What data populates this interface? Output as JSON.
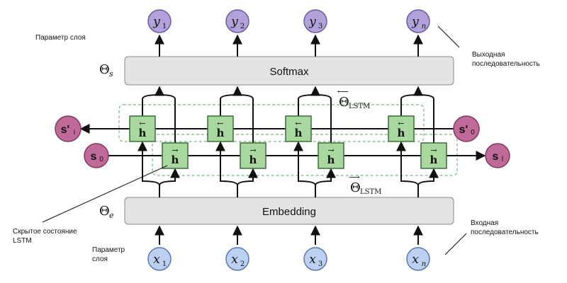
{
  "layers": {
    "softmax": "Softmax",
    "embedding": "Embedding"
  },
  "outputs": [
    {
      "base": "y",
      "sub": "1"
    },
    {
      "base": "y",
      "sub": "2"
    },
    {
      "base": "y",
      "sub": "3"
    },
    {
      "base": "y",
      "sub": "n"
    }
  ],
  "inputs": [
    {
      "base": "x",
      "sub": "1"
    },
    {
      "base": "x",
      "sub": "2"
    },
    {
      "base": "x",
      "sub": "3"
    },
    {
      "base": "x",
      "sub": "n"
    }
  ],
  "states": {
    "s0": {
      "base": "s",
      "sub": "0"
    },
    "sl": {
      "base": "s",
      "sub": "l"
    },
    "s0_prime": {
      "base": "s'",
      "sub": "0"
    },
    "si_prime": {
      "base": "s'",
      "sub": "i"
    }
  },
  "cell_label": "h",
  "params": {
    "theta_s": {
      "base": "Θ",
      "sub": "s"
    },
    "theta_e": {
      "base": "Θ",
      "sub": "e"
    },
    "theta_lstm_back": {
      "base": "Θ",
      "sub": "LSTM"
    },
    "theta_lstm_fwd": {
      "base": "Θ",
      "sub": "LSTM"
    }
  },
  "annotations": {
    "layer_param_top": "Параметр слоя",
    "output_seq": "Выходная последовательность",
    "input_seq": "Входная последовательность",
    "hidden_state": "Скрытое состояние LSTM",
    "layer_param_bottom": "Параметр слоя"
  },
  "colors": {
    "output_node_fill": "#b3a1d9",
    "output_node_stroke": "#6c5a9e",
    "input_node_fill": "#bcd0f1",
    "input_node_stroke": "#5a78b0",
    "state_node_fill": "#c06a99",
    "state_node_stroke": "#80375e",
    "cell_fill": "#a8d89e",
    "cell_stroke": "#3c6e3a",
    "layer_fill": "#e3e3e3",
    "layer_stroke": "#8a8a8a",
    "dashed_box": "#5aa85a"
  }
}
